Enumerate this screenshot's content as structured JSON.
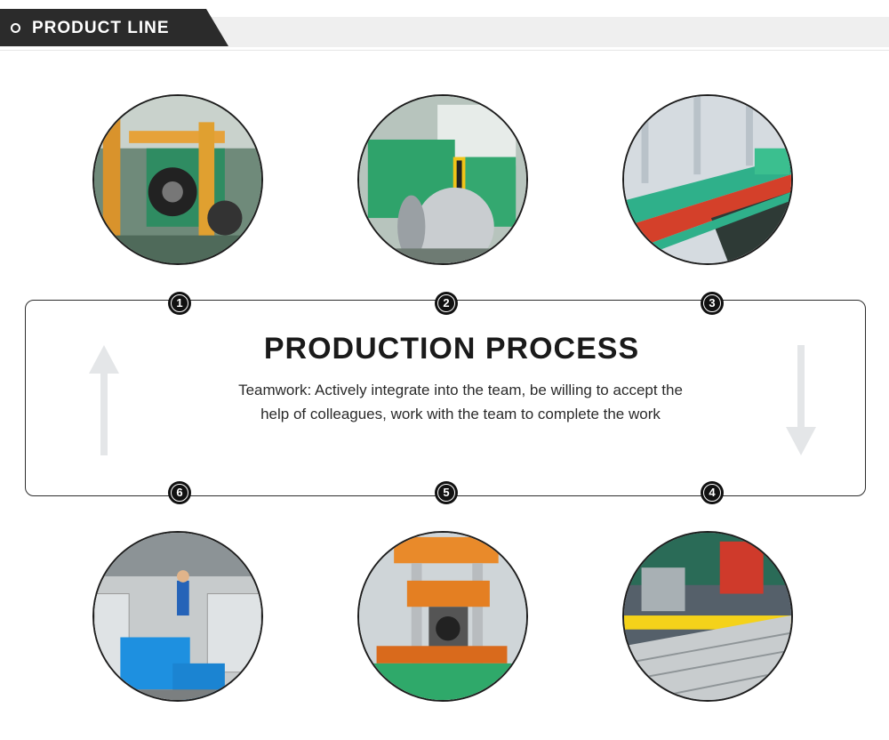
{
  "header": {
    "title": "PRODUCT LINE"
  },
  "process": {
    "title": "PRODUCTION PROCESS",
    "description": "Teamwork: Actively integrate into the team, be willing to accept the help of colleagues, work with the team to complete the work"
  },
  "steps": [
    {
      "number": "1"
    },
    {
      "number": "2"
    },
    {
      "number": "3"
    },
    {
      "number": "4"
    },
    {
      "number": "5"
    },
    {
      "number": "6"
    }
  ],
  "colors": {
    "header_tab": "#2b2b2b",
    "header_bar": "#efefef",
    "badge": "#111111",
    "machine_green": "#2fa36b",
    "machine_orange": "#e69a2e"
  },
  "icons": [
    "up-arrow-icon",
    "down-arrow-icon",
    "circle-bullet-icon"
  ]
}
